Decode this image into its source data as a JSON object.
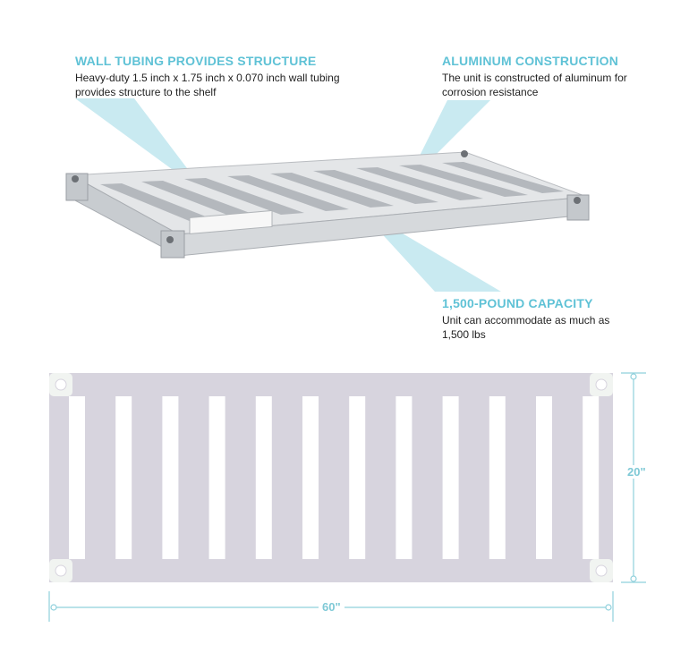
{
  "callouts": {
    "wall": {
      "title": "WALL TUBING PROVIDES STRUCTURE",
      "text": "Heavy-duty 1.5 inch x 1.75 inch x 0.070 inch wall tubing provides structure to the shelf"
    },
    "aluminum": {
      "title": "ALUMINUM CONSTRUCTION",
      "text": "The unit is constructed of aluminum for corrosion resistance"
    },
    "capacity": {
      "title": "1,500-POUND CAPACITY",
      "text": "Unit can accommodate as much as 1,500 lbs"
    }
  },
  "dimensions": {
    "width": "60\"",
    "depth": "20\""
  },
  "colors": {
    "accent": "#5fc2d6",
    "callout_beam": "#bfe6ee",
    "shelf_plan": "#d7d4de",
    "corner_plate": "#f1f4f1",
    "dimension_line": "#8fd0dc"
  }
}
